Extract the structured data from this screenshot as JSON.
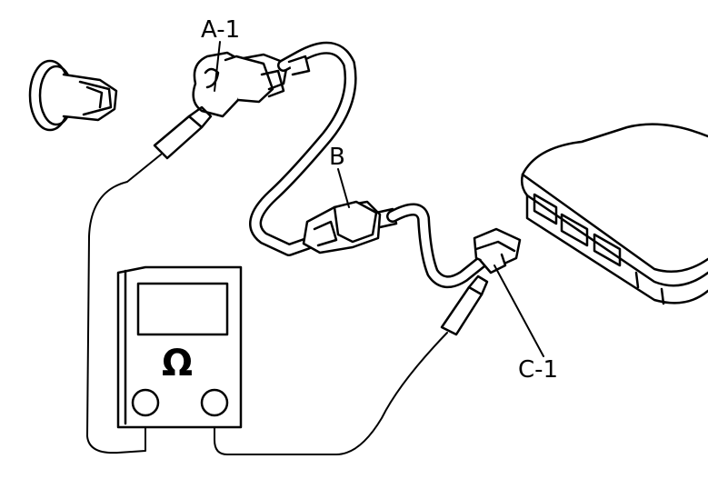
{
  "labels": {
    "a1": "A-1",
    "b": "B",
    "c1": "C-1"
  },
  "meter": {
    "symbol": "Ω"
  },
  "colors": {
    "line": "#000000",
    "background": "#ffffff"
  }
}
